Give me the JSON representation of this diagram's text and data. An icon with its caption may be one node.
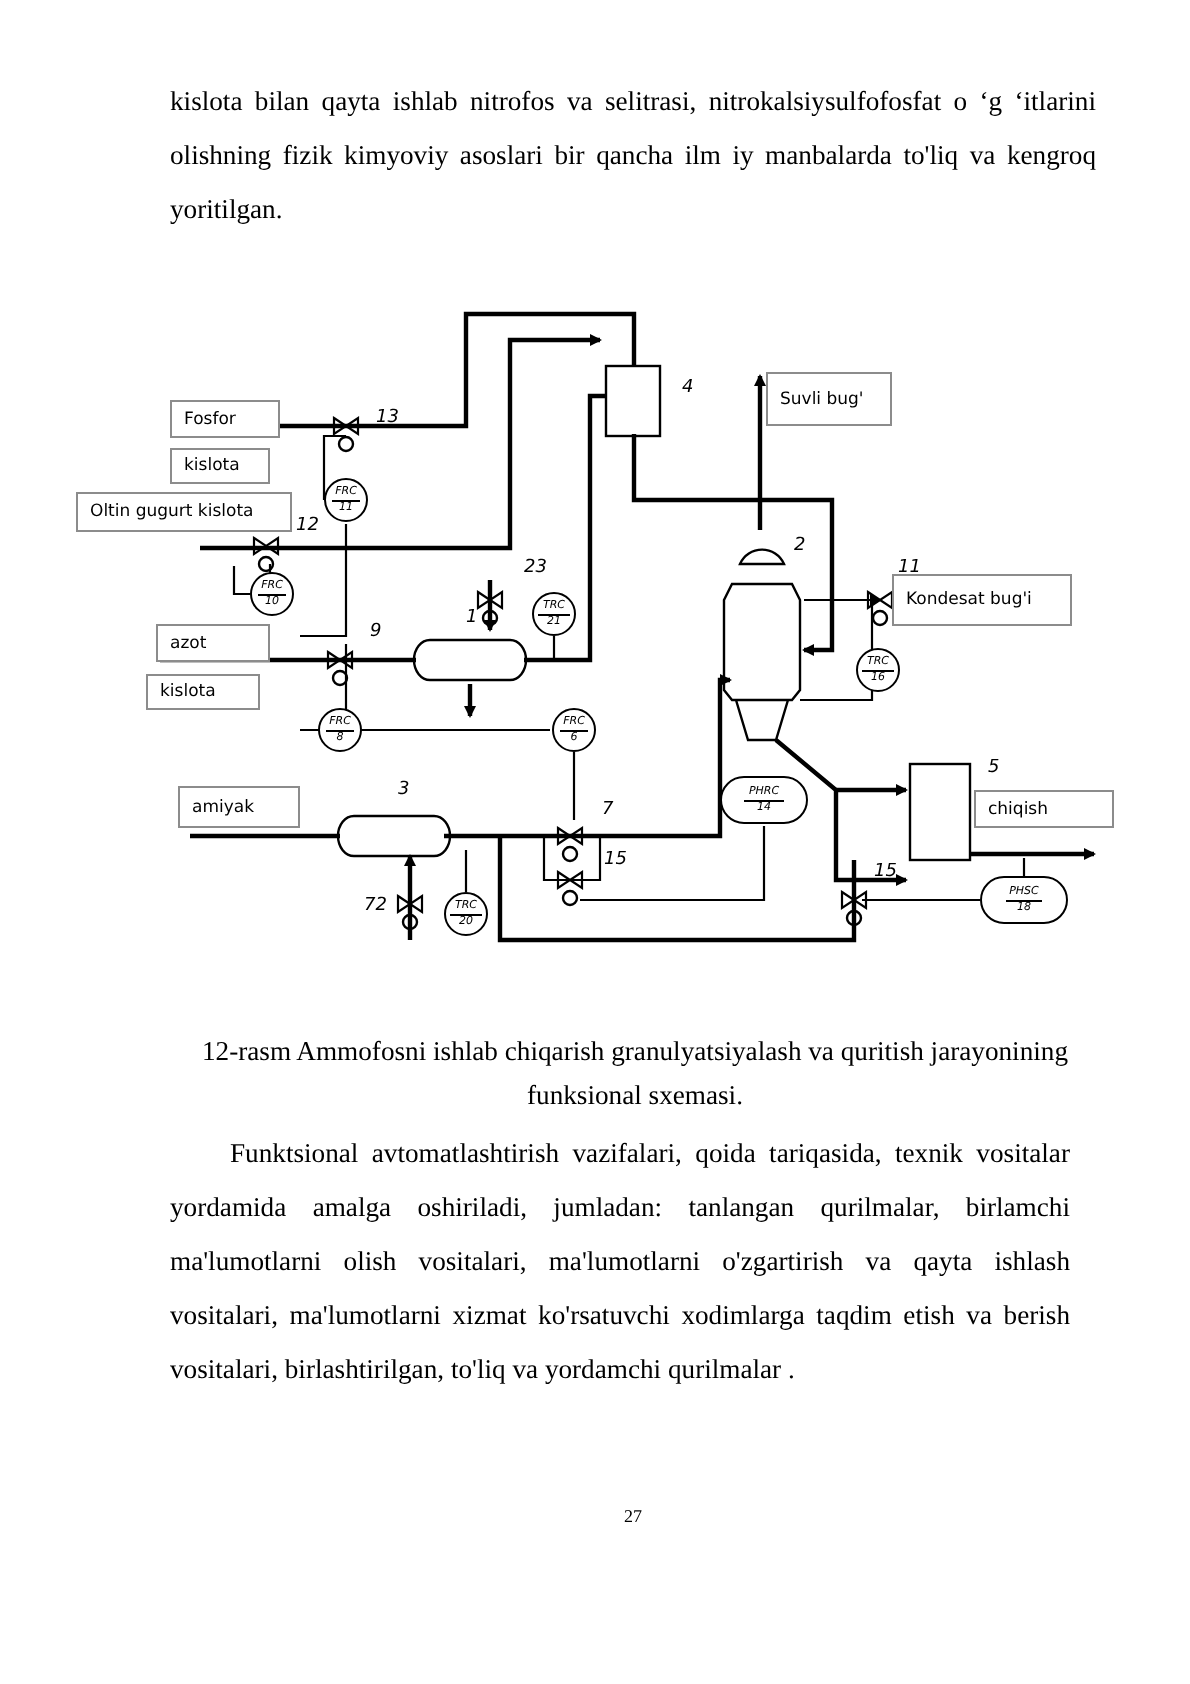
{
  "diagram": {
    "caption": "12-rasm Ammofosni ishlab chiqarish granulyatsiyalash va quritish jarayonining funksional sxemasi.",
    "nodes": [
      {
        "text": [
          "Suvli bug'"
        ]
      },
      {
        "text": [
          "Fosfor"
        ]
      },
      {
        "text": [
          "kislota"
        ]
      },
      {
        "text": [
          "Oltin gugurt kislota"
        ]
      },
      {
        "text": [
          "FRC",
          "11"
        ]
      },
      {
        "text": [
          "Kondesat bug'i"
        ]
      },
      {
        "text": [
          "FRC",
          "10"
        ]
      },
      {
        "text": [
          "azot"
        ]
      },
      {
        "text": [
          "TRC",
          "21"
        ]
      },
      {
        "text": [
          "kislota"
        ]
      },
      {
        "text": [
          "TRC",
          "16"
        ]
      },
      {
        "text": [
          "FRC",
          "8"
        ]
      },
      {
        "text": [
          "FRC",
          "6"
        ]
      },
      {
        "text": [
          "amiyak"
        ]
      },
      {
        "text": [
          "chiqish"
        ]
      },
      {
        "text": [
          "PHRC",
          "14"
        ]
      },
      {
        "text": [
          "PHSC",
          "18"
        ]
      },
      {
        "text": [
          "TRC",
          "20"
        ]
      }
    ],
    "labels": [
      "kislota bilan qayta ishlab nitrofos va  selitrasi, nitrokalsiysulfofosfat o ‘g ‘itlarini olishning fizik kimyoviy asoslari bir qancha ilm iy manbalarda to'liq va kengroq yoritilgan.",
      "4",
      "13",
      "12",
      "2",
      "11",
      "23",
      "1",
      "9",
      "5",
      "3",
      "7",
      "15",
      "15",
      "72",
      "Funktsional avtomatlashtirish vazifalari, qoida tariqasida, texnik vositalar yordamida amalga oshiriladi, jumladan: tanlangan qurilmalar, birlamchi ma'lumotlarni olish vositalari, ma'lumotlarni o'zgartirish va qayta ishlash vositalari, ma'lumotlarni xizmat ko'rsatuvchi xodimlarga taqdim etish va berish vositalari, birlashtirilgan, to'liq va yordamchi qurilmalar .",
      "27"
    ]
  }
}
